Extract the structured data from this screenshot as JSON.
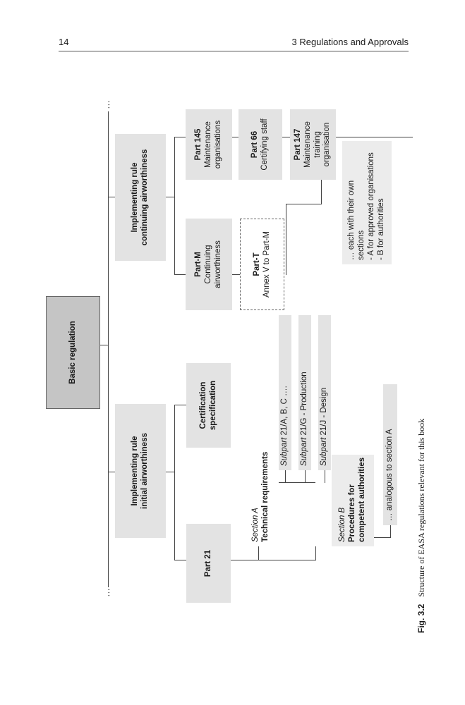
{
  "header": {
    "page_number": "14",
    "running_head": "3   Regulations and Approvals"
  },
  "diagram": {
    "ellipsis": "…",
    "basic_regulation": "Basic regulation",
    "ir_initial": {
      "line1": "Implementing rule",
      "line2": "initial airworthiness"
    },
    "ir_continuing": {
      "line1": "Implementing rule",
      "line2": "continuing airworthiness"
    },
    "part21": "Part 21",
    "cert_spec": {
      "line1": "Certification",
      "line2": "specification"
    },
    "section_a": {
      "label": "Section A",
      "title": "Technical requirements"
    },
    "subparts": [
      {
        "italic": "Subpart",
        "rest": " 21/A, B, C  …."
      },
      {
        "italic": "Subpart",
        "rest": " 21/G - Production"
      },
      {
        "italic": "Subpart",
        "rest": " 21/J - Design"
      }
    ],
    "section_b": {
      "label": "Section B",
      "title1": "Procedures for",
      "title2": "competent authorities"
    },
    "analogous": "… analogous to section A",
    "part_m": {
      "title": "Part-M",
      "line1": "Continuing",
      "line2": "airworthiness"
    },
    "part_t": {
      "title": "Part-T",
      "line1": "Annex V to Part-M"
    },
    "part145": {
      "title": "Part 145",
      "line1": "Maintenance",
      "line2": "organisations"
    },
    "part66": {
      "title": "Part 66",
      "line1": "Certifying staff"
    },
    "part147": {
      "title": "Part 147",
      "line1": "Maintenance training",
      "line2": "organisation"
    },
    "sections_note": {
      "line1": "… each with their own",
      "line2": "sections",
      "line3": "- A for approved organisations",
      "line4": "- B for authorities"
    }
  },
  "caption": {
    "label": "Fig. 3.2",
    "text": "Structure of EASA regulations relevant for this book"
  }
}
